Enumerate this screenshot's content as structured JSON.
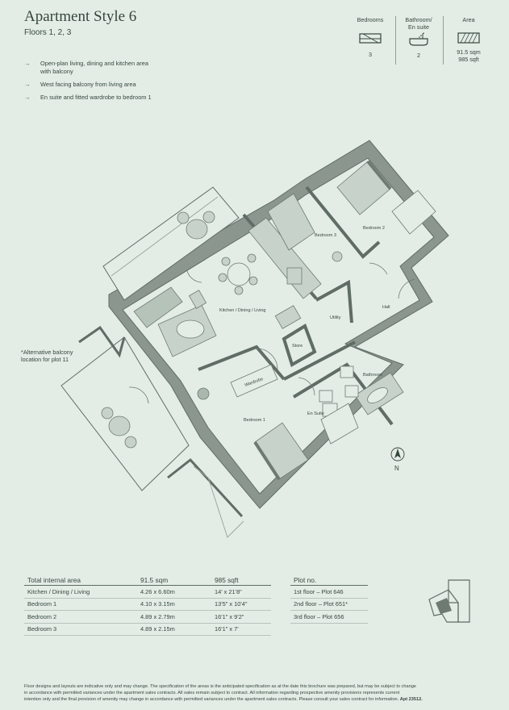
{
  "header": {
    "title": "Apartment Style 6",
    "floors": "Floors 1, 2, 3"
  },
  "features": [
    {
      "arrow": "→",
      "text": "Open-plan living, dining and kitchen area"
    },
    {
      "arrow": "",
      "text": "with balcony"
    },
    {
      "arrow": "→",
      "text": "West facing balcony from living area"
    },
    {
      "arrow": "→",
      "text": "En suite and fitted wardrobe to bedroom 1"
    }
  ],
  "summary": {
    "bedrooms": {
      "label": "Bedrooms",
      "value": "3",
      "icon": "bed-icon"
    },
    "bathroom": {
      "label_line1": "Bathroom/",
      "label_line2": "En suite",
      "value": "2",
      "icon": "bathtub-icon"
    },
    "area": {
      "label": "Area",
      "value_sqm": "91.5 sqm",
      "value_sqft": "985 sqft",
      "icon": "area-hatch-icon"
    }
  },
  "plan": {
    "rooms": {
      "kitchen": "Kitchen / Dining / Living",
      "bedroom1": "Bedroom 1",
      "bedroom2": "Bedroom 2",
      "bedroom3": "Bedroom 3",
      "bathroom": "Bathroom",
      "ensuite": "En Suite",
      "utility": "Utility",
      "store": "Store",
      "hall": "Hall",
      "wardrobe": "Wardrobe"
    },
    "north": "N",
    "alt_balcony_line1": "*Alternative balcony",
    "alt_balcony_line2": "location for plot 11"
  },
  "area_table": {
    "headers": [
      "Total internal area",
      "91.5 sqm",
      "985 sqft"
    ],
    "rows": [
      [
        "Kitchen / Dining / Living",
        "4.26 x 6.60m",
        "14' x 21'8\""
      ],
      [
        "Bedroom 1",
        "4.10 x 3.15m",
        "13'5\" x 10'4\""
      ],
      [
        "Bedroom 2",
        "4.89 x 2.79m",
        "16'1\" x 9'2\""
      ],
      [
        "Bedroom 3",
        "4.89 x 2.15m",
        "16'1\" x 7'"
      ]
    ]
  },
  "plots": {
    "header": "Plot no.",
    "rows": [
      "1st floor – Plot 646",
      "2nd floor – Plot 651*",
      "3rd floor – Plot 656"
    ]
  },
  "disclaimer": {
    "line1": "Floor designs and layouts are indicative only and may change. The specification of the areas is the anticipated specification as at the date this brochure was prepared, but may be subject to change",
    "line2": "in accordance with permitted variances under the apartment sales contracts. All sales remain subject to contract. All information regarding prospective amenity provisions represents current",
    "line3": "intention only and the final provision of amenity may change in accordance with permitted variances under the apartment sales contracts. Please consult your sales contract for information.",
    "ref": "Apt 23512."
  },
  "colors": {
    "background": "#e4ece6",
    "ink": "#34473d",
    "wall": "#5f6d65",
    "furniture": "#c7d3ca"
  }
}
